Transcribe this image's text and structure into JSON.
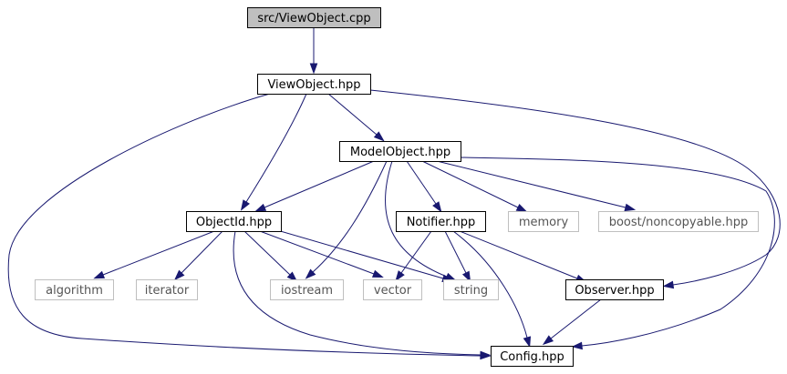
{
  "diagram": {
    "colors": {
      "edge": "#191970",
      "root_fill": "#bfbfbf",
      "root_border": "#000000",
      "internal_border": "#000000",
      "external_border": "#bfbfbf",
      "external_text": "#555555",
      "text": "#000000"
    },
    "nodes": [
      {
        "id": "view_object_cpp",
        "label": "src/ViewObject.cpp",
        "kind": "root"
      },
      {
        "id": "view_object_hpp",
        "label": "ViewObject.hpp",
        "kind": "internal"
      },
      {
        "id": "model_object_hpp",
        "label": "ModelObject.hpp",
        "kind": "internal"
      },
      {
        "id": "object_id_hpp",
        "label": "ObjectId.hpp",
        "kind": "internal"
      },
      {
        "id": "notifier_hpp",
        "label": "Notifier.hpp",
        "kind": "internal"
      },
      {
        "id": "memory",
        "label": "memory",
        "kind": "external"
      },
      {
        "id": "boost_noncopyable",
        "label": "boost/noncopyable.hpp",
        "kind": "external"
      },
      {
        "id": "algorithm",
        "label": "algorithm",
        "kind": "external"
      },
      {
        "id": "iterator",
        "label": "iterator",
        "kind": "external"
      },
      {
        "id": "iostream",
        "label": "iostream",
        "kind": "external"
      },
      {
        "id": "vector",
        "label": "vector",
        "kind": "external"
      },
      {
        "id": "string",
        "label": "string",
        "kind": "external"
      },
      {
        "id": "observer_hpp",
        "label": "Observer.hpp",
        "kind": "internal"
      },
      {
        "id": "config_hpp",
        "label": "Config.hpp",
        "kind": "internal"
      }
    ],
    "edges": [
      {
        "from": "view_object_cpp",
        "to": "view_object_hpp"
      },
      {
        "from": "view_object_hpp",
        "to": "config_hpp"
      },
      {
        "from": "view_object_hpp",
        "to": "object_id_hpp"
      },
      {
        "from": "view_object_hpp",
        "to": "model_object_hpp"
      },
      {
        "from": "view_object_hpp",
        "to": "observer_hpp"
      },
      {
        "from": "model_object_hpp",
        "to": "object_id_hpp"
      },
      {
        "from": "model_object_hpp",
        "to": "iostream"
      },
      {
        "from": "model_object_hpp",
        "to": "string"
      },
      {
        "from": "model_object_hpp",
        "to": "notifier_hpp"
      },
      {
        "from": "model_object_hpp",
        "to": "memory"
      },
      {
        "from": "model_object_hpp",
        "to": "boost_noncopyable"
      },
      {
        "from": "model_object_hpp",
        "to": "config_hpp"
      },
      {
        "from": "object_id_hpp",
        "to": "algorithm"
      },
      {
        "from": "object_id_hpp",
        "to": "iterator"
      },
      {
        "from": "object_id_hpp",
        "to": "iostream"
      },
      {
        "from": "object_id_hpp",
        "to": "vector"
      },
      {
        "from": "object_id_hpp",
        "to": "string"
      },
      {
        "from": "object_id_hpp",
        "to": "config_hpp"
      },
      {
        "from": "notifier_hpp",
        "to": "vector"
      },
      {
        "from": "notifier_hpp",
        "to": "string"
      },
      {
        "from": "notifier_hpp",
        "to": "observer_hpp"
      },
      {
        "from": "notifier_hpp",
        "to": "config_hpp"
      },
      {
        "from": "observer_hpp",
        "to": "config_hpp"
      }
    ]
  }
}
